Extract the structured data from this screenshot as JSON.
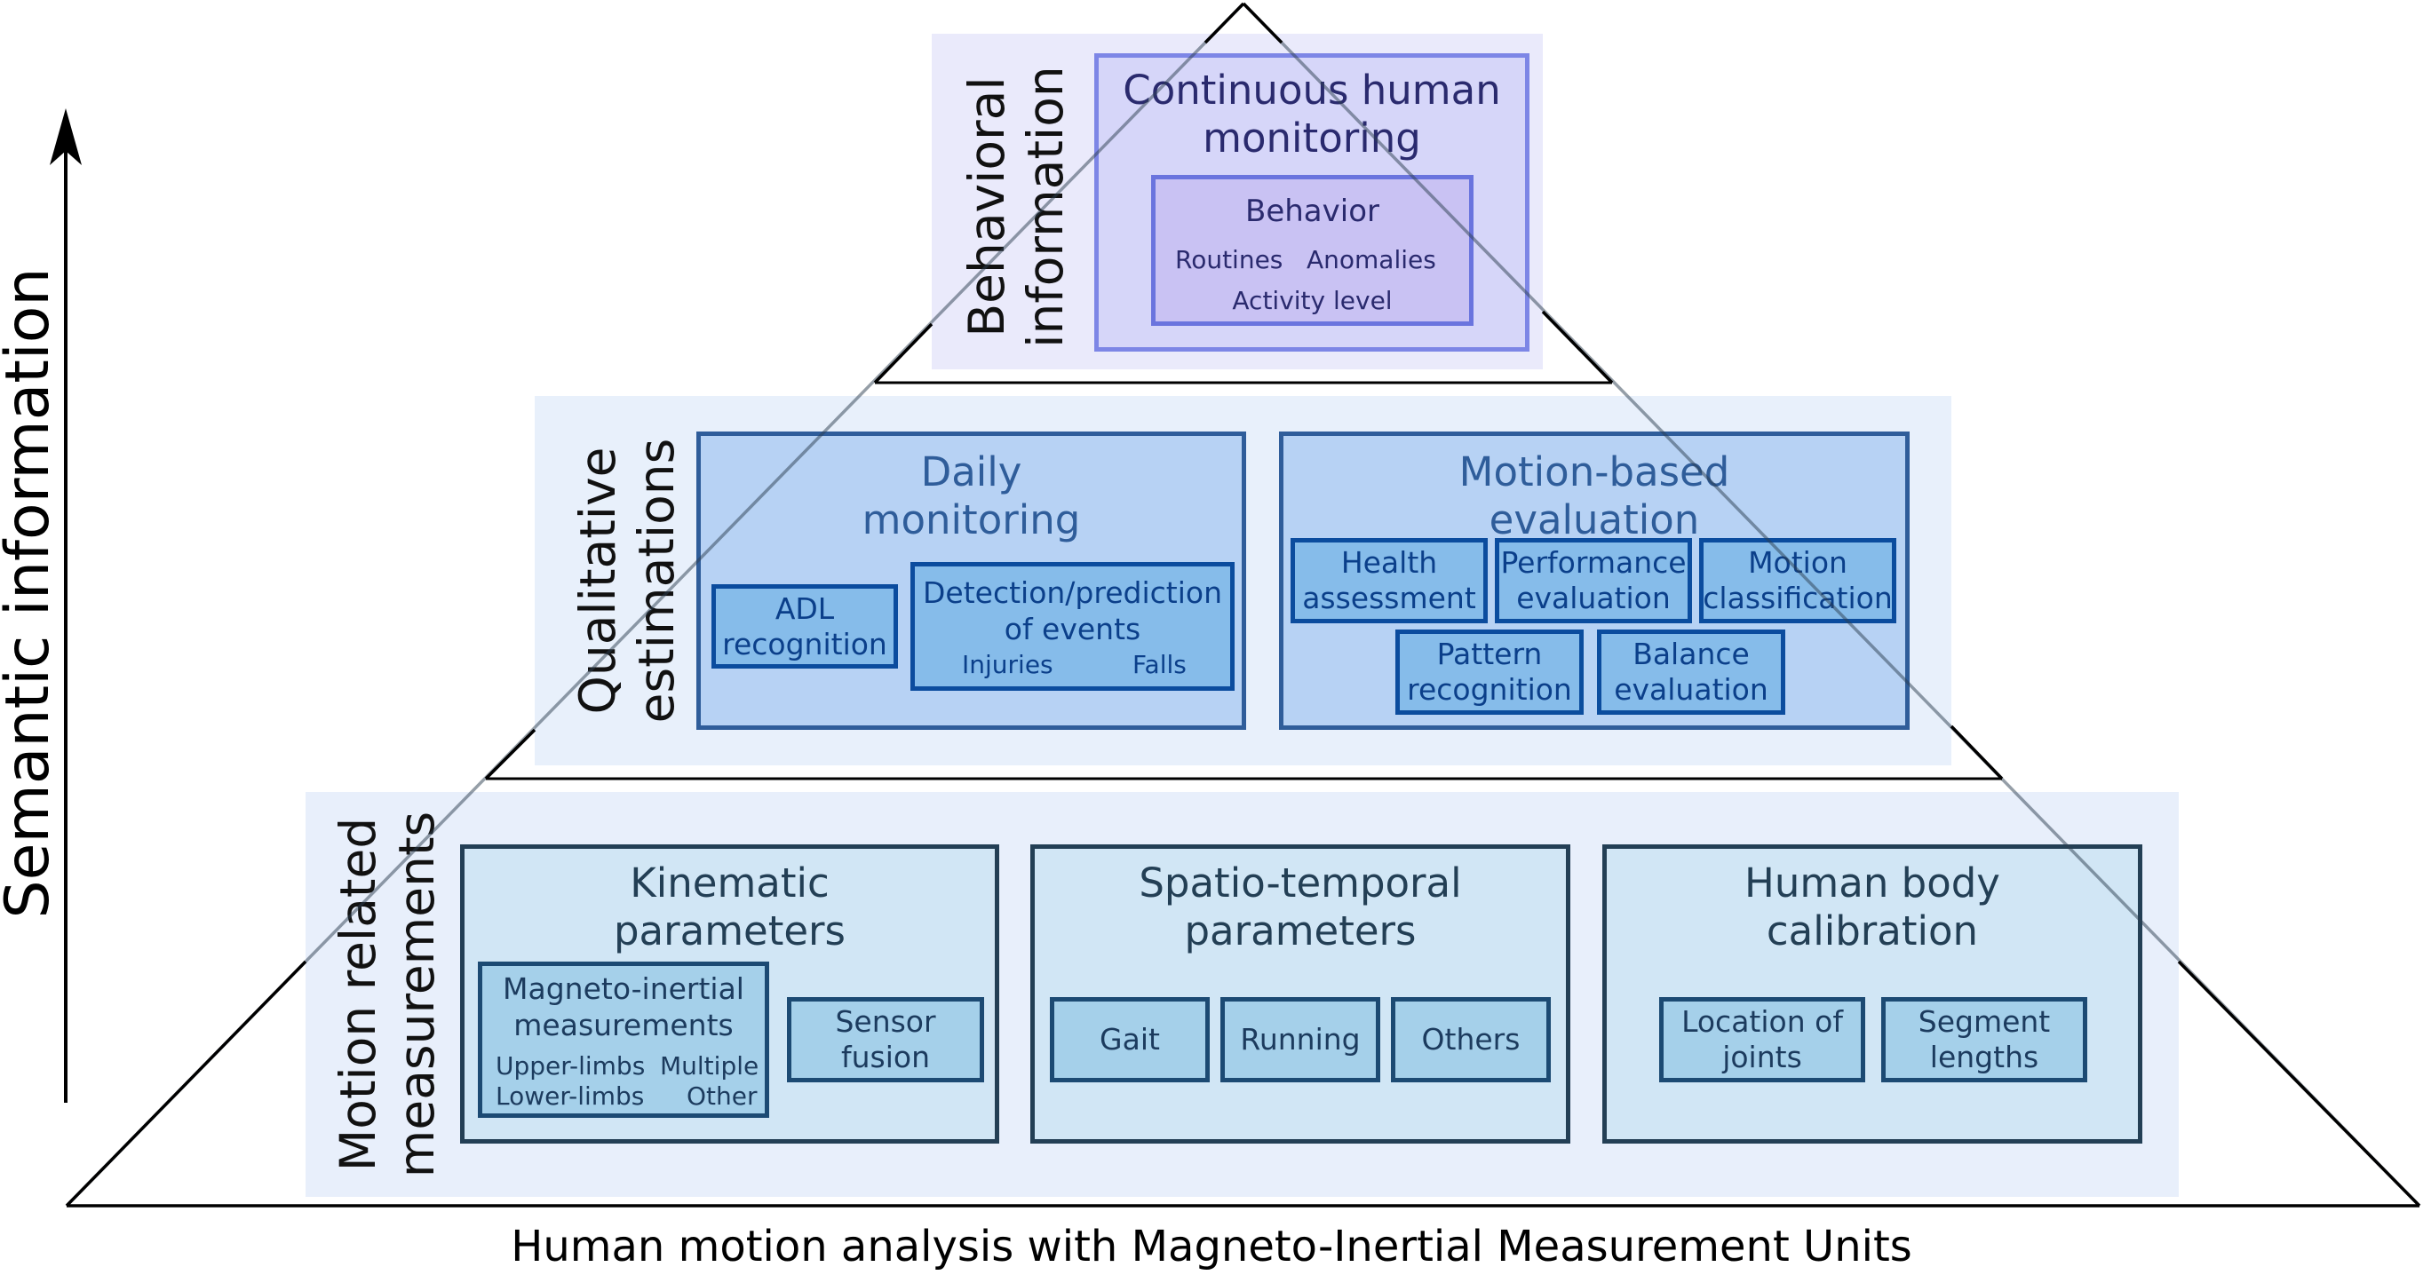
{
  "axis": {
    "label": "Semantic information"
  },
  "caption": "Human motion analysis with Magneto-Inertial Measurement Units",
  "tiers": {
    "behavioral": {
      "label_line1": "Behavioral",
      "label_line2": "information",
      "main": {
        "title_line1": "Continuous human",
        "title_line2": "monitoring",
        "behavior": {
          "title": "Behavior",
          "item1": "Routines",
          "item2": "Anomalies",
          "item3": "Activity level"
        }
      }
    },
    "qualitative": {
      "label_line1": "Qualitative",
      "label_line2": "estimations",
      "daily": {
        "title_line1": "Daily",
        "title_line2": "monitoring",
        "adl_line1": "ADL",
        "adl_line2": "recognition",
        "detection_line1": "Detection/prediction",
        "detection_line2": "of events",
        "detection_item1": "Injuries",
        "detection_item2": "Falls"
      },
      "motion": {
        "title_line1": "Motion-based",
        "title_line2": "evaluation",
        "health_line1": "Health",
        "health_line2": "assessment",
        "performance_line1": "Performance",
        "performance_line2": "evaluation",
        "classification_line1": "Motion",
        "classification_line2": "classification",
        "pattern_line1": "Pattern",
        "pattern_line2": "recognition",
        "balance_line1": "Balance",
        "balance_line2": "evaluation"
      }
    },
    "motion": {
      "label_line1": "Motion related",
      "label_line2": "measurements",
      "kinematic": {
        "title_line1": "Kinematic",
        "title_line2": "parameters",
        "mag_line1": "Magneto-inertial",
        "mag_line2": "measurements",
        "mag_item1": "Upper-limbs",
        "mag_item2": "Multiple",
        "mag_item3": "Lower-limbs",
        "mag_item4": "Other",
        "fusion_line1": "Sensor",
        "fusion_line2": "fusion"
      },
      "spatio": {
        "title_line1": "Spatio-temporal",
        "title_line2": "parameters",
        "gait": "Gait",
        "running": "Running",
        "others": "Others"
      },
      "calibration": {
        "title_line1": "Human body",
        "title_line2": "calibration",
        "joints_line1": "Location of",
        "joints_line2": "joints",
        "segments_line1": "Segment",
        "segments_line2": "lengths"
      }
    }
  }
}
